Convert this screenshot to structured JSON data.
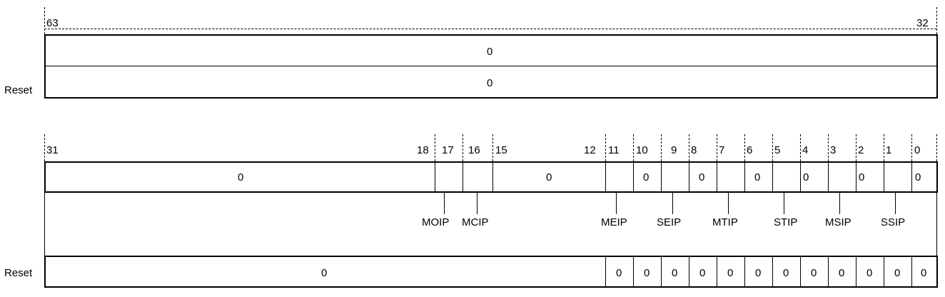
{
  "upper": {
    "bit_hi": "63",
    "bit_lo": "32",
    "field_value": "0",
    "reset_label": "Reset",
    "reset_value": "0"
  },
  "lower": {
    "bits": [
      "31",
      "18",
      "17",
      "16",
      "15",
      "12",
      "11",
      "10",
      "9",
      "8",
      "7",
      "6",
      "5",
      "4",
      "3",
      "2",
      "1",
      "0"
    ],
    "fields": {
      "f31_18": "0",
      "f15_12": "0",
      "b10": "0",
      "b8": "0",
      "b6": "0",
      "b4": "0",
      "b2": "0",
      "b0": "0"
    },
    "names": {
      "moip": "MOIP",
      "mcip": "MCIP",
      "meip": "MEIP",
      "seip": "SEIP",
      "mtip": "MTIP",
      "stip": "STIP",
      "msip": "MSIP",
      "ssip": "SSIP"
    },
    "reset_label": "Reset",
    "reset": {
      "r31_12": "0",
      "r11": "0",
      "r10": "0",
      "r9": "0",
      "r8": "0",
      "r7": "0",
      "r6": "0",
      "r5": "0",
      "r4": "0",
      "r3": "0",
      "r2": "0",
      "r1": "0",
      "r0": "0"
    }
  }
}
